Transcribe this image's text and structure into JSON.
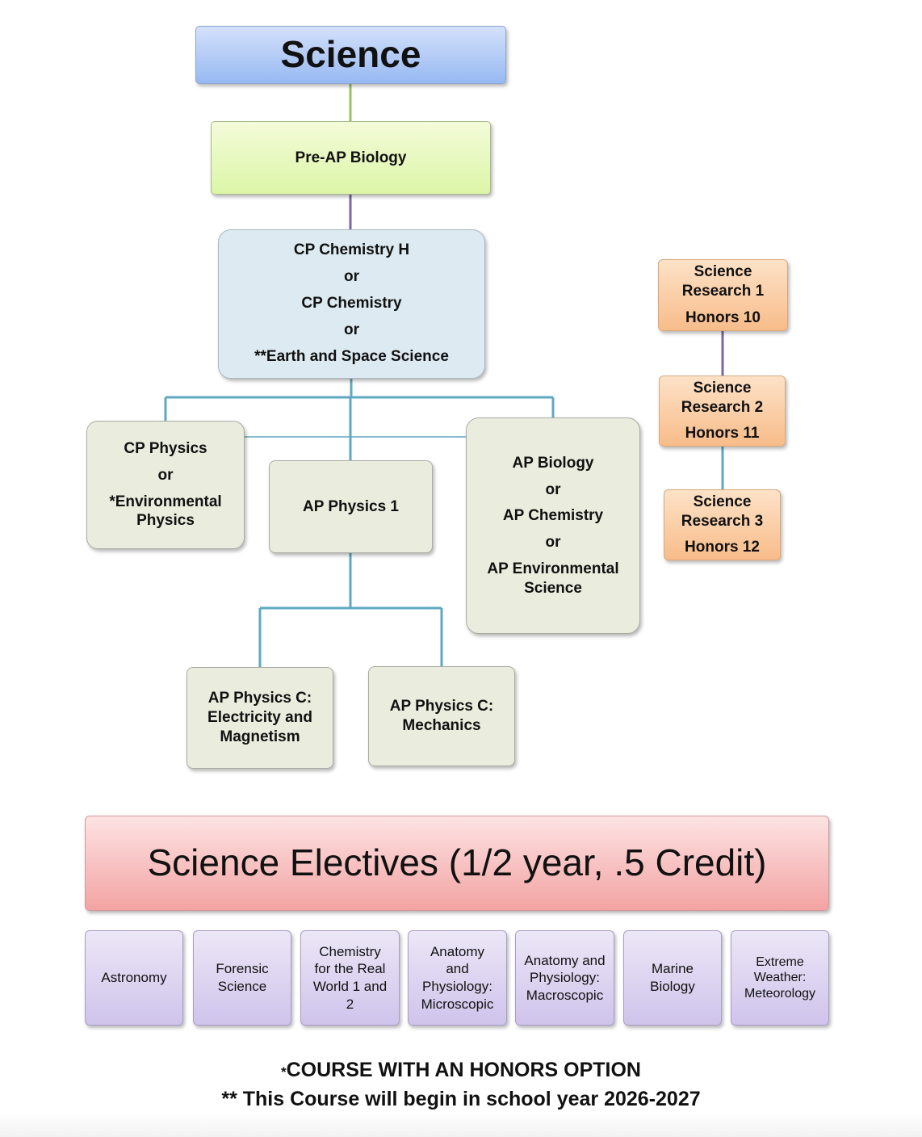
{
  "title": "Science",
  "pre_ap": "Pre-AP Biology",
  "chemistry_options": [
    "CP Chemistry H",
    "or",
    "CP Chemistry",
    "or",
    "**Earth and Space Science"
  ],
  "cp_physics": [
    "CP Physics",
    "or",
    "*Environmental Physics"
  ],
  "ap_physics_1": "AP Physics 1",
  "ap_sciences": [
    "AP Biology",
    "or",
    "AP Chemistry",
    "or",
    "AP Environmental Science"
  ],
  "ap_physics_c_em": "AP Physics C: Electricity and Magnetism",
  "ap_physics_c_mech": "AP Physics C: Mechanics",
  "research": [
    {
      "line1": "Science",
      "line2": "Research 1",
      "line3": "Honors 10"
    },
    {
      "line1": "Science",
      "line2": "Research 2",
      "line3": "Honors 11"
    },
    {
      "line1": "Science",
      "line2": "Research 3",
      "line3": "Honors 12"
    }
  ],
  "electives_header": "Science Electives (1/2 year, .5 Credit)",
  "electives": [
    "Astronomy",
    "Forensic Science",
    "Chemistry for the Real World 1 and 2",
    "Anatomy and Physiology: Microscopic",
    "Anatomy and Physiology: Macroscopic",
    "Marine Biology",
    "Extreme Weather: Meteorology"
  ],
  "notes": {
    "honors_star": "*",
    "honors_text": "COURSE WITH AN HONORS OPTION",
    "new_course": "** This Course will begin in school year 2026-2027"
  },
  "colors": {
    "connector_teal": "#5fa8c1",
    "connector_purple": "#7a68a3",
    "connector_green": "#9bc165"
  }
}
